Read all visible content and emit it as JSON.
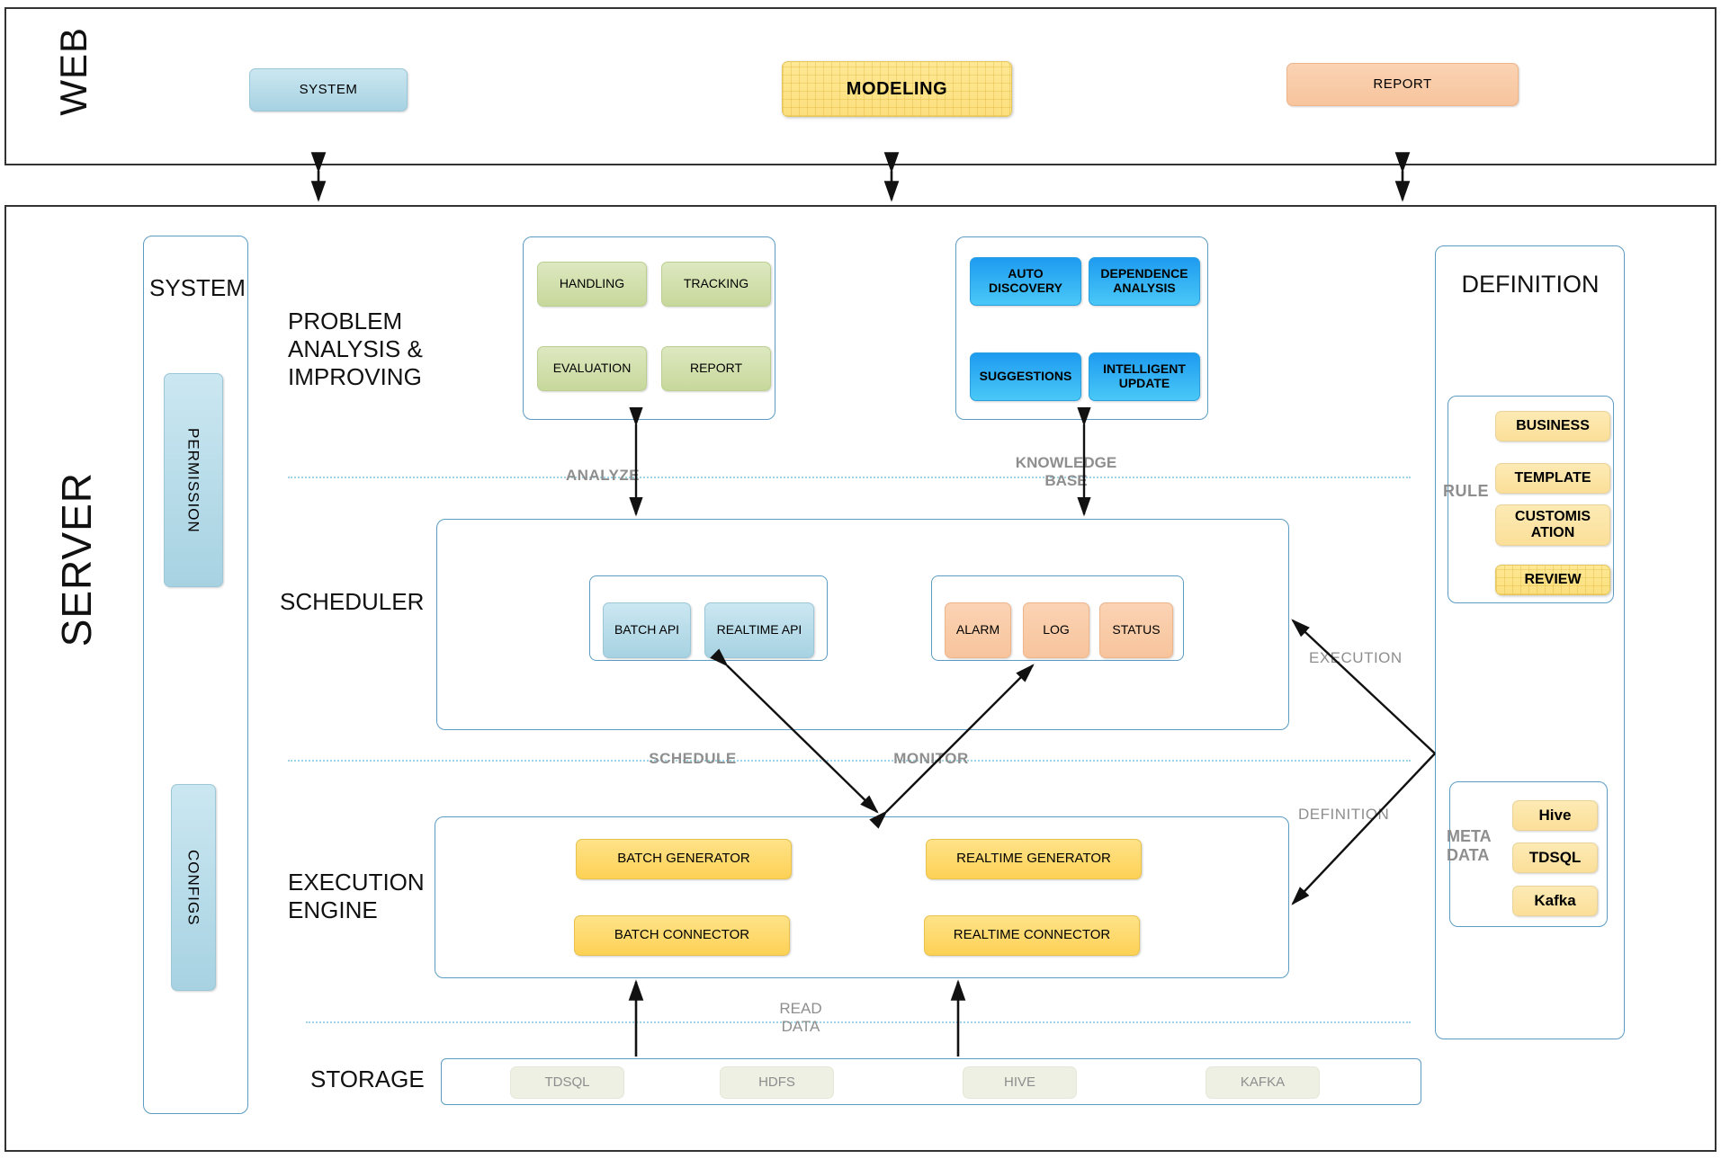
{
  "web": {
    "label": "WEB",
    "items": [
      {
        "label": "SYSTEM",
        "style": "blue"
      },
      {
        "label": "MODELING",
        "style": "hatch"
      },
      {
        "label": "REPORT",
        "style": "peach"
      }
    ]
  },
  "server": {
    "label": "SERVER",
    "system": {
      "title": "SYSTEM",
      "items": [
        {
          "label": "PERMISSION"
        },
        {
          "label": "CONFIGS"
        }
      ]
    },
    "rows": [
      {
        "title": "PROBLEM\nANALYSIS &\nIMPROVING"
      },
      {
        "title": "SCHEDULER"
      },
      {
        "title": "EXECUTION\nENGINE"
      },
      {
        "title": "STORAGE"
      }
    ],
    "problem_analysis": {
      "items": [
        "HANDLING",
        "TRACKING",
        "EVALUATION",
        "REPORT"
      ]
    },
    "knowledge_base": {
      "items": [
        "AUTO\nDISCOVERY",
        "DEPENDENCE\nANALYSIS",
        "SUGGESTIONS",
        "INTELLIGENT\nUPDATE"
      ]
    },
    "scheduler": {
      "api_items": [
        "BATCH API",
        "REALTIME API"
      ],
      "monitor_items": [
        "ALARM",
        "LOG",
        "STATUS"
      ]
    },
    "execution_engine": {
      "items": [
        "BATCH GENERATOR",
        "REALTIME GENERATOR",
        "BATCH CONNECTOR",
        "REALTIME CONNECTOR"
      ]
    },
    "storage": {
      "items": [
        "TDSQL",
        "HDFS",
        "HIVE",
        "KAFKA"
      ]
    },
    "definition": {
      "title": "DEFINITION",
      "rule": {
        "label": "RULE",
        "items": [
          "BUSINESS",
          "TEMPLATE",
          "CUSTOMIS\nATION",
          "REVIEW"
        ]
      },
      "metadata": {
        "label": "META\nDATA",
        "items": [
          "Hive",
          "TDSQL",
          "Kafka"
        ]
      }
    },
    "flow_labels": {
      "analyze": "ANALYZE",
      "knowledge_base": "KNOWLEDGE\nBASE",
      "schedule": "SCHEDULE",
      "monitor": "MONITOR",
      "read_data": "READ\nDATA",
      "execution": "EXECUTION",
      "definition": "DEFINITION"
    }
  },
  "colors": {
    "panel_border": "#333333",
    "group_border": "#5b9bc4",
    "divider": "#9fd4e6",
    "blue_chip": "#a7d2e2",
    "green_chip": "#c7d89b",
    "cyan_chip": "#49c8f7",
    "peach_chip": "#f7c49c",
    "yellow_chip": "#fdd155",
    "pale_yellow_chip": "#fbdf99",
    "storage_chip": "#eef0e4",
    "gray_text": "#8e8e8e"
  }
}
